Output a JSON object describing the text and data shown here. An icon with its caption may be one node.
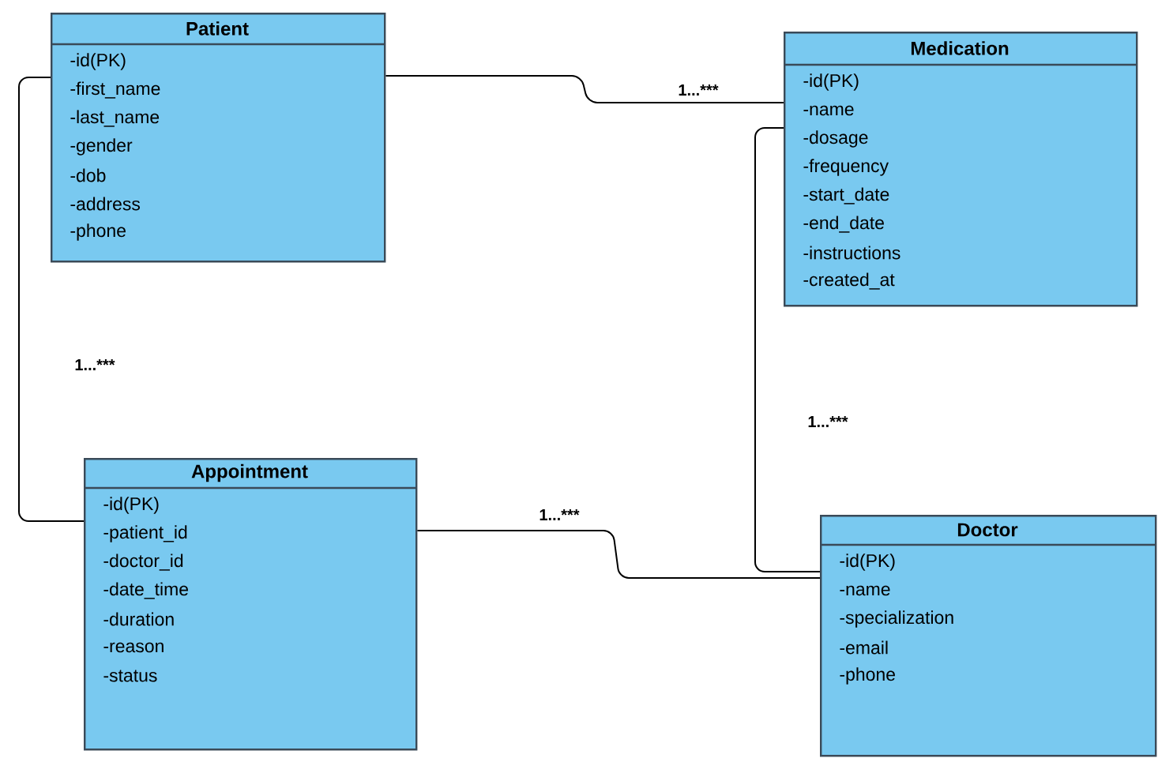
{
  "diagram": {
    "nodes": [
      {
        "text": [
          "Patient",
          "-id(PK)",
          "-first_name",
          "-last_name",
          "-gender",
          "-dob",
          "-address",
          "-phone"
        ]
      },
      {
        "text": [
          "Medication",
          "-id(PK)",
          "-name",
          "-dosage",
          "-frequency",
          "-start_date",
          "-end_date",
          "-instructions",
          "-created_at"
        ]
      },
      {
        "text": [
          "Appointment",
          "-id(PK)",
          "-patient_id",
          "-doctor_id",
          "-date_time",
          "-duration",
          "-reason",
          "-status"
        ]
      },
      {
        "text": [
          "Doctor",
          "-id(PK)",
          "-name",
          "-specialization",
          "-email",
          "-phone"
        ]
      }
    ],
    "edges": [
      {
        "from": 0,
        "to": 1,
        "arrow": "none",
        "label": "1...***"
      },
      {
        "from": 0,
        "to": 2,
        "arrow": "none",
        "label": "1...***"
      },
      {
        "from": 1,
        "to": 3,
        "arrow": "none",
        "label": "1...***"
      },
      {
        "from": 2,
        "to": 3,
        "arrow": "none",
        "label": "1...***"
      }
    ]
  }
}
